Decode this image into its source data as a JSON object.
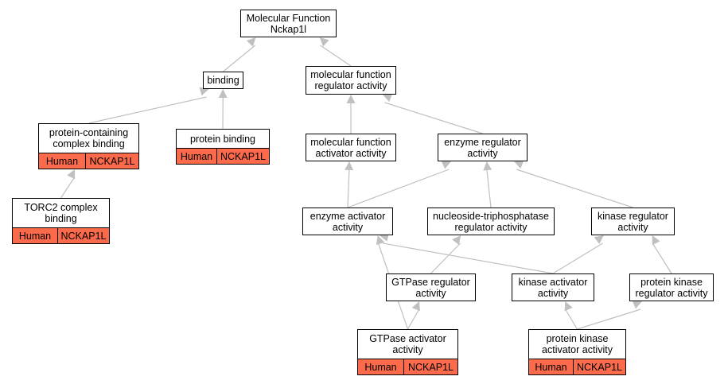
{
  "nodes": {
    "root": {
      "line1": "Molecular Function",
      "line2": "Nckap1l"
    },
    "binding": {
      "line1": "binding"
    },
    "mf_regulator": {
      "line1": "molecular function",
      "line2": "regulator activity"
    },
    "protein_complex_binding": {
      "line1": "protein-containing",
      "line2": "complex binding",
      "organism": "Human",
      "gene": "NCKAP1L"
    },
    "protein_binding": {
      "line1": "protein binding",
      "organism": "Human",
      "gene": "NCKAP1L"
    },
    "mf_activator": {
      "line1": "molecular function",
      "line2": "activator activity"
    },
    "enzyme_regulator": {
      "line1": "enzyme regulator",
      "line2": "activity"
    },
    "torc2_binding": {
      "line1": "TORC2 complex",
      "line2": "binding",
      "organism": "Human",
      "gene": "NCKAP1L"
    },
    "enzyme_activator": {
      "line1": "enzyme activator",
      "line2": "activity"
    },
    "ntpase_regulator": {
      "line1": "nucleoside-triphosphatase",
      "line2": "regulator activity"
    },
    "kinase_regulator": {
      "line1": "kinase regulator",
      "line2": "activity"
    },
    "gtpase_regulator": {
      "line1": "GTPase regulator",
      "line2": "activity"
    },
    "kinase_activator": {
      "line1": "kinase activator",
      "line2": "activity"
    },
    "protein_kinase_regulator": {
      "line1": "protein kinase",
      "line2": "regulator activity"
    },
    "gtpase_activator": {
      "line1": "GTPase activator",
      "line2": "activity",
      "organism": "Human",
      "gene": "NCKAP1L"
    },
    "protein_kinase_activator": {
      "line1": "protein kinase",
      "line2": "activator activity",
      "organism": "Human",
      "gene": "NCKAP1L"
    }
  },
  "edges": [
    [
      "binding",
      "root"
    ],
    [
      "mf_regulator",
      "root"
    ],
    [
      "protein_complex_binding",
      "binding"
    ],
    [
      "protein_binding",
      "binding"
    ],
    [
      "mf_activator",
      "mf_regulator"
    ],
    [
      "enzyme_regulator",
      "mf_regulator"
    ],
    [
      "torc2_binding",
      "protein_complex_binding"
    ],
    [
      "enzyme_activator",
      "mf_activator"
    ],
    [
      "enzyme_activator",
      "enzyme_regulator"
    ],
    [
      "ntpase_regulator",
      "enzyme_regulator"
    ],
    [
      "kinase_regulator",
      "enzyme_regulator"
    ],
    [
      "gtpase_regulator",
      "ntpase_regulator"
    ],
    [
      "kinase_activator",
      "enzyme_activator"
    ],
    [
      "kinase_activator",
      "kinase_regulator"
    ],
    [
      "protein_kinase_regulator",
      "kinase_regulator"
    ],
    [
      "gtpase_activator",
      "enzyme_activator"
    ],
    [
      "gtpase_activator",
      "gtpase_regulator"
    ],
    [
      "protein_kinase_activator",
      "kinase_activator"
    ],
    [
      "protein_kinase_activator",
      "protein_kinase_regulator"
    ]
  ],
  "colors": {
    "edge": "#c0c0c0",
    "annotation": "#fb6a4a",
    "border": "#000000"
  }
}
